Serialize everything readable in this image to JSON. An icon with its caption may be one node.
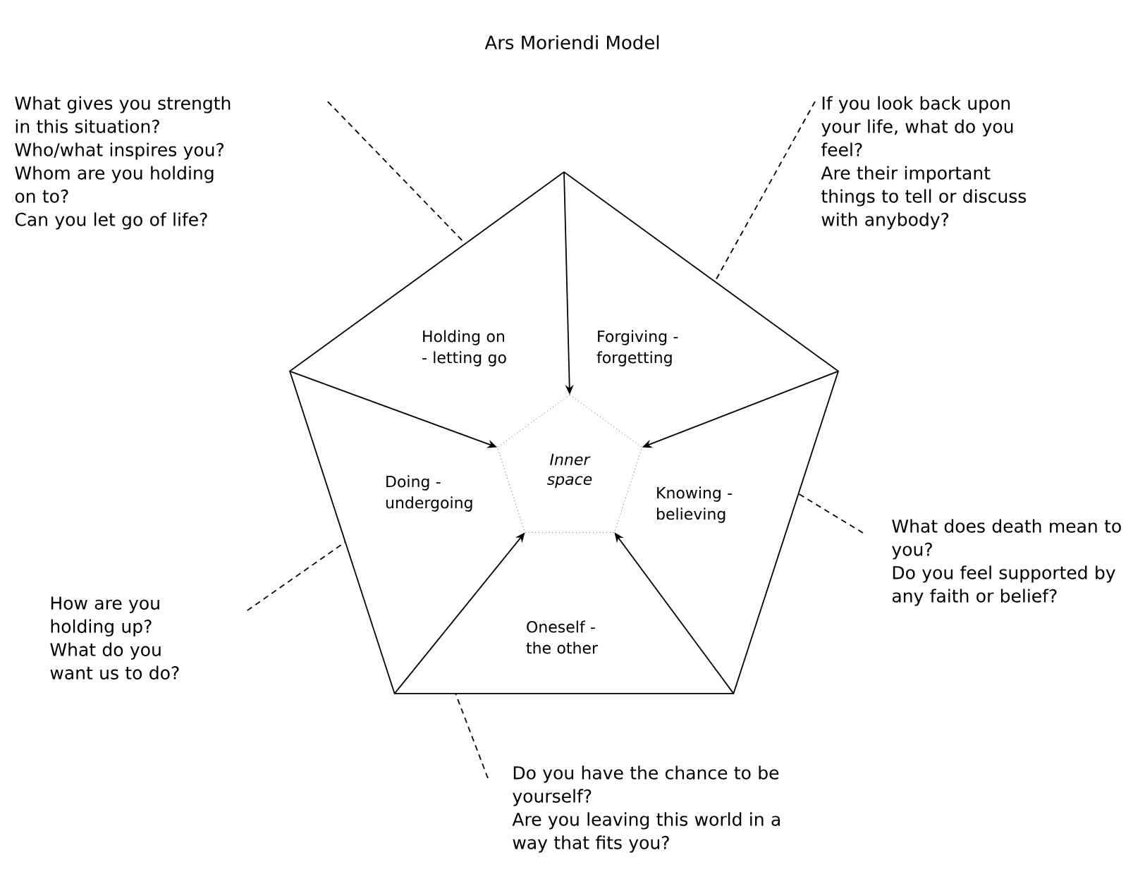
{
  "diagram": {
    "title": "Ars Moriendi Model",
    "nodes": [
      {
        "text": [
          "Holding on - letting go",
          "Forgiving - forgetting",
          "Knowing - believing",
          "Oneself - the other",
          "Doing - undergoing"
        ]
      },
      {
        "text": [
          "Inner space"
        ],
        "in": 0
      },
      {
        "text": [
          "What gives you strength in this situation?",
          "Who/what inspires you?",
          "Whom are you holding on to?",
          "Can you let go of life?"
        ]
      },
      {
        "text": [
          "If you look back upon your life, what do you feel?",
          "Are their important things to tell or discuss with anybody?"
        ]
      },
      {
        "text": [
          "What does death mean to you?",
          "Do you feel supported by any faith or belief?"
        ]
      },
      {
        "text": [
          "How are you holding up?",
          "What do you want us to do?"
        ]
      },
      {
        "text": [
          "Do you have the chance to be yourself?",
          "Are you leaving this world in a way that fits you?"
        ]
      }
    ],
    "edges": [
      {
        "from": 0,
        "to": 1,
        "arrow": "to"
      },
      {
        "from": 0,
        "to": 1,
        "arrow": "to"
      },
      {
        "from": 0,
        "to": 1,
        "arrow": "to"
      },
      {
        "from": 0,
        "to": 1,
        "arrow": "to"
      },
      {
        "from": 0,
        "to": 1,
        "arrow": "to"
      },
      {
        "from": 2,
        "to": 0,
        "arrow": "none",
        "style": "dashed"
      },
      {
        "from": 3,
        "to": 0,
        "arrow": "none",
        "style": "dashed"
      },
      {
        "from": 4,
        "to": 0,
        "arrow": "none",
        "style": "dashed"
      },
      {
        "from": 5,
        "to": 0,
        "arrow": "none",
        "style": "dashed"
      },
      {
        "from": 6,
        "to": 0,
        "arrow": "none",
        "style": "dashed"
      }
    ]
  }
}
